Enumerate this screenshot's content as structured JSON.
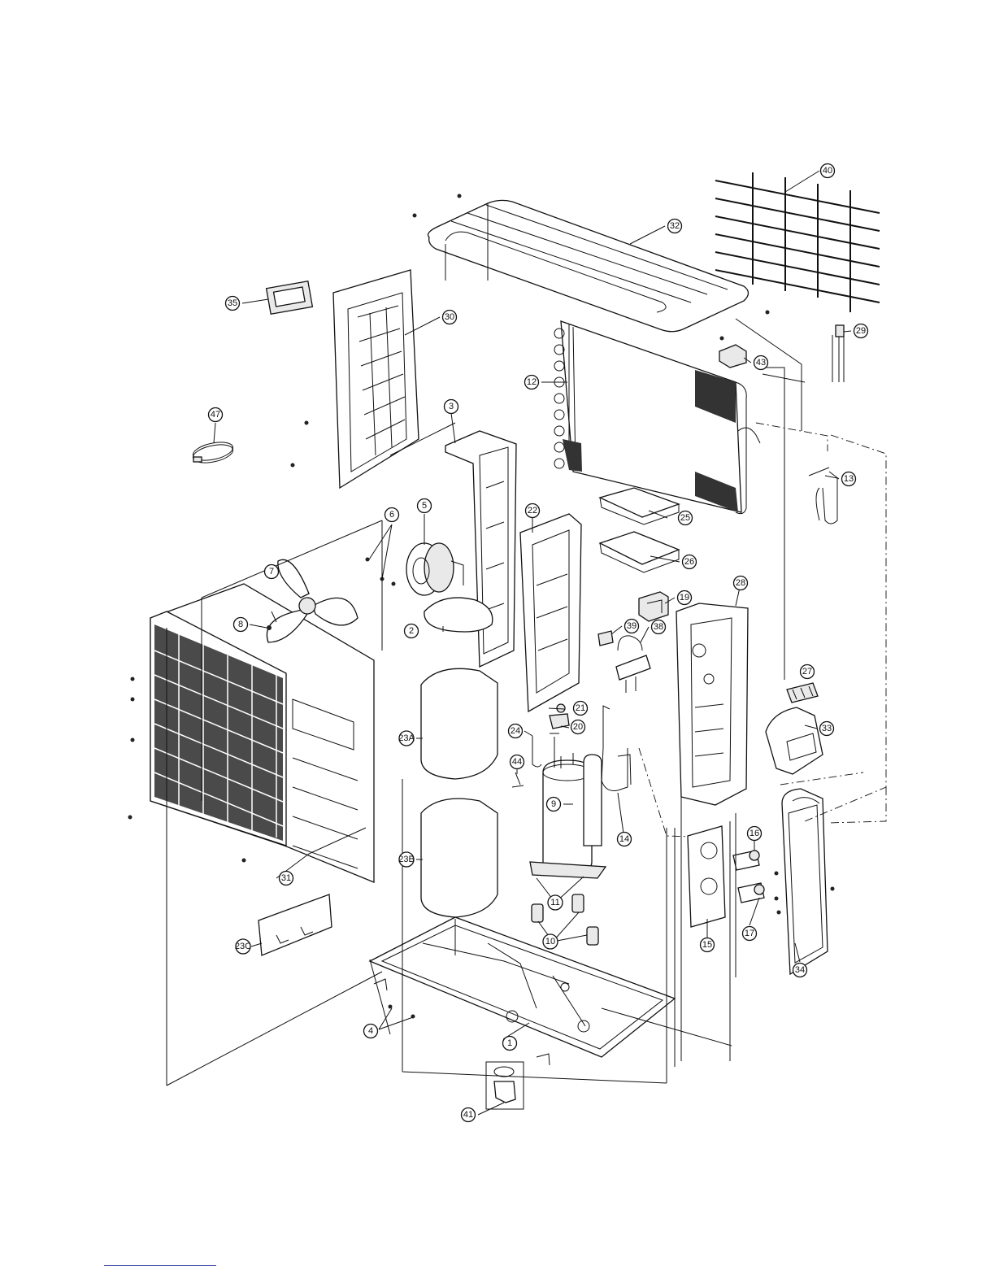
{
  "callouts": [
    {
      "label": "1"
    },
    {
      "label": "2"
    },
    {
      "label": "3"
    },
    {
      "label": "4"
    },
    {
      "label": "5"
    },
    {
      "label": "6"
    },
    {
      "label": "7"
    },
    {
      "label": "8"
    },
    {
      "label": "9"
    },
    {
      "label": "10"
    },
    {
      "label": "11"
    },
    {
      "label": "12"
    },
    {
      "label": "13"
    },
    {
      "label": "14"
    },
    {
      "label": "15"
    },
    {
      "label": "16"
    },
    {
      "label": "17"
    },
    {
      "label": "19"
    },
    {
      "label": "20"
    },
    {
      "label": "21"
    },
    {
      "label": "22"
    },
    {
      "label": "23A"
    },
    {
      "label": "23B"
    },
    {
      "label": "23C"
    },
    {
      "label": "24"
    },
    {
      "label": "25"
    },
    {
      "label": "26"
    },
    {
      "label": "27"
    },
    {
      "label": "28"
    },
    {
      "label": "29"
    },
    {
      "label": "30"
    },
    {
      "label": "31"
    },
    {
      "label": "32"
    },
    {
      "label": "33"
    },
    {
      "label": "34"
    },
    {
      "label": "35"
    },
    {
      "label": "38"
    },
    {
      "label": "39"
    },
    {
      "label": "40"
    },
    {
      "label": "41"
    },
    {
      "label": "43"
    },
    {
      "label": "44"
    },
    {
      "label": "47"
    }
  ],
  "colors": {
    "line": "#111111",
    "background": "#ffffff",
    "footer_rule": "#2b3c9e"
  }
}
